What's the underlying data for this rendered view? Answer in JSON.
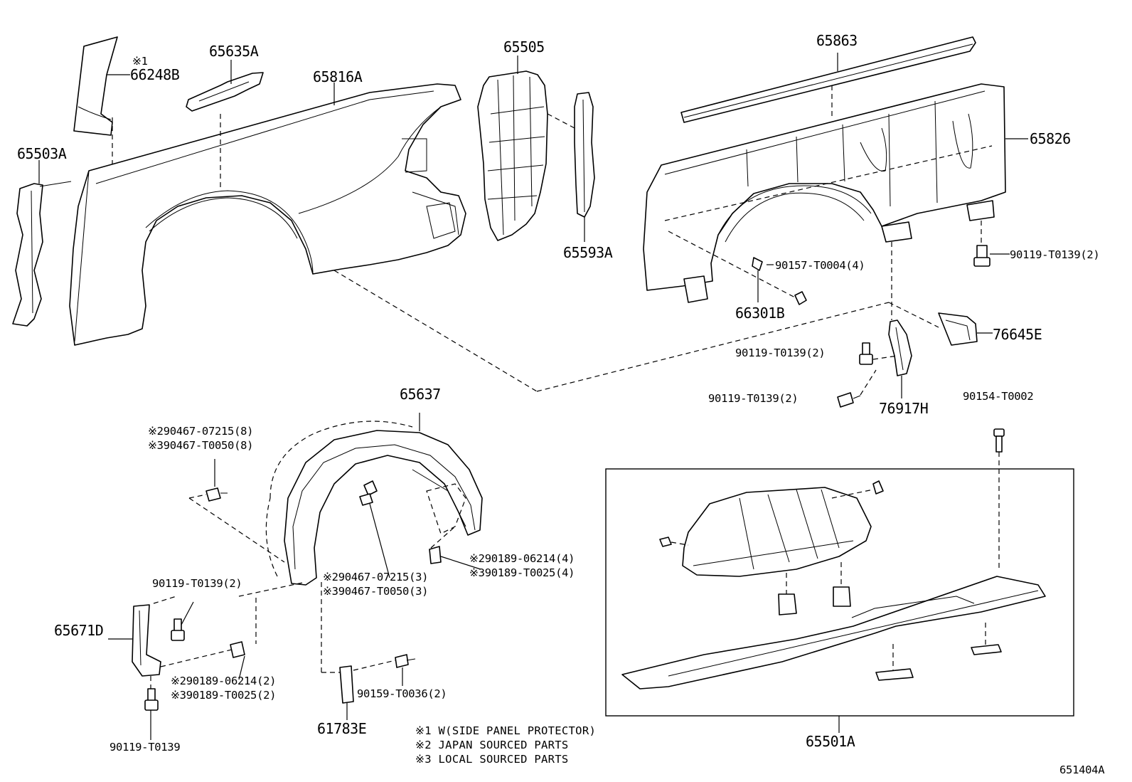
{
  "parts": {
    "p66248b_mark": "※1",
    "p66248b": "66248B",
    "p65635a": "65635A",
    "p65816a": "65816A",
    "p65505": "65505",
    "p65863": "65863",
    "p65826": "65826",
    "p65503a": "65503A",
    "p65593a": "65593A",
    "p90119_top_right": "90119-T0139(2)",
    "p90157": "90157-T0004(4)",
    "p66301b": "66301B",
    "p76645e": "76645E",
    "p90119_mid_a": "90119-T0139(2)",
    "p90119_mid_b": "90119-T0139(2)",
    "p76917h": "76917H",
    "p90154": "90154-T0002",
    "p65637": "65637",
    "p290467_a": "※290467-07215(8)",
    "p390467_a": "※390467-T0050(8)",
    "p290189_a": "※290189-06214(4)",
    "p390189_a": "※390189-T0025(4)",
    "p290467_b": "※290467-07215(3)",
    "p390467_b": "※390467-T0050(3)",
    "p90119_left": "90119-T0139(2)",
    "p65671d": "65671D",
    "p290189_b": "※290189-06214(2)",
    "p390189_b": "※390189-T0025(2)",
    "p90159": "90159-T0036(2)",
    "p61783e": "61783E",
    "p90119_bottom": "90119-T0139",
    "p65501a": "65501A"
  },
  "notes": {
    "n1": "※1 W(SIDE PANEL PROTECTOR)",
    "n2": "※2 JAPAN SOURCED PARTS",
    "n3": "※3 LOCAL SOURCED PARTS"
  },
  "figure_id": "651404A"
}
